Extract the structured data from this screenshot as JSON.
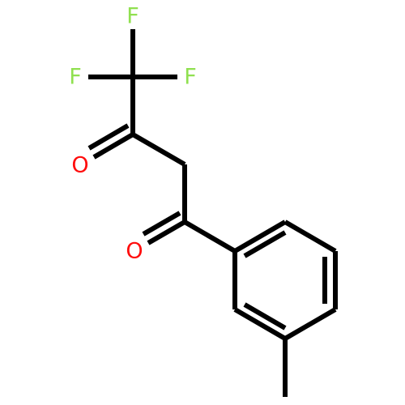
{
  "structure": {
    "atoms": [
      {
        "symbol": "F",
        "color": "#90e050"
      },
      {
        "symbol": "F",
        "color": "#90e050"
      },
      {
        "symbol": "F",
        "color": "#90e050"
      },
      {
        "symbol": "O",
        "color": "#ff0d0d"
      },
      {
        "symbol": "O",
        "color": "#ff0d0d"
      }
    ],
    "bond_color": "#000000"
  }
}
